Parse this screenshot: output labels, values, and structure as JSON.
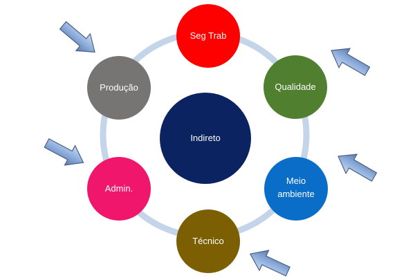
{
  "diagram": {
    "center": {
      "label": "Indireto",
      "color": "#0b2360"
    },
    "nodes": [
      {
        "id": "seg-trab",
        "lines": [
          "Seg Trab"
        ],
        "color": "#ff0000"
      },
      {
        "id": "qualidade",
        "lines": [
          "Qualidade"
        ],
        "color": "#4f7f2f"
      },
      {
        "id": "meio-ambiente",
        "lines": [
          "Meio",
          "ambiente"
        ],
        "color": "#0a6ec8"
      },
      {
        "id": "tecnico",
        "lines": [
          "Técnico"
        ],
        "color": "#7c5f02"
      },
      {
        "id": "admin",
        "lines": [
          "Admin."
        ],
        "color": "#f0166b"
      },
      {
        "id": "producao",
        "lines": [
          "Produção"
        ],
        "color": "#777474"
      }
    ],
    "ring_color": "#c4d5ea",
    "arrow_color": "#8eaedc",
    "arrow_stroke": "#4a5f85"
  }
}
